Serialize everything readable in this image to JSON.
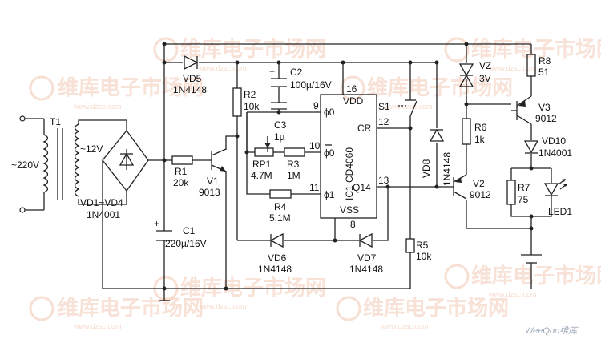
{
  "watermark": {
    "brand": "维库电子市场网",
    "url": "www.dzsc.com"
  },
  "footer_logo": "WeeQoo维库",
  "labels": {
    "T1": "T1",
    "ac_in": "~220V",
    "sec": "~12V",
    "bridge": "VD1~VD4",
    "bridge_type": "1N4001",
    "VD5": "VD5",
    "VD5_type": "1N4148",
    "R1": "R1",
    "R1_val": "20k",
    "C1": "C1",
    "C1_val": "220µ/16V",
    "V1": "V1",
    "V1_type": "9013",
    "R2": "R2",
    "R2_val": "10k",
    "C2": "C2",
    "C2_val": "100µ/16V",
    "C3": "C3",
    "C3_val": "1µ",
    "RP1": "RP1",
    "RP1_val": "4.7M",
    "R3": "R3",
    "R3_val": "1M",
    "R4": "R4",
    "R4_val": "5.1M",
    "VD6": "VD6",
    "VD6_type": "1N4148",
    "VD7": "VD7",
    "VD7_type": "1N4148",
    "IC": "IC1  CD4060",
    "VDD": "VDD",
    "VSS": "VSS",
    "phi0": "ϕ0",
    "phi0b": "ϕ0",
    "phi1": "ϕ1",
    "CR": "CR",
    "Q14": "Q14",
    "pin16": "16",
    "pin9": "9",
    "pin10": "10",
    "pin11": "11",
    "pin12": "12",
    "pin13": "13",
    "pin8": "8",
    "S1": "S1",
    "R5": "R5",
    "R5_val": "10k",
    "VD8": "VD8",
    "VD8_type": "1N4148",
    "V2": "V2",
    "V2_type": "9012",
    "R6": "R6",
    "R6_val": "1k",
    "VZ": "VZ",
    "VZ_val": "3V",
    "R8": "R8",
    "R8_val": "51",
    "V3": "V3",
    "V3_type": "9012",
    "VD10": "VD10",
    "VD10_type": "1N4001",
    "R7": "R7",
    "R7_val": "75",
    "LED1": "LED1"
  }
}
